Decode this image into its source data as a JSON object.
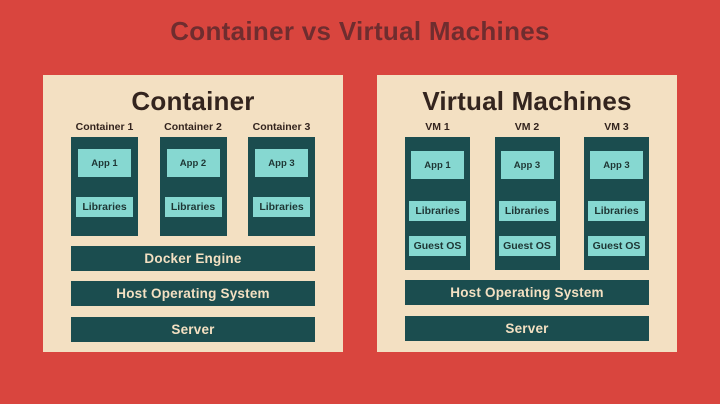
{
  "title": "Container vs Virtual Machines",
  "colors": {
    "background": "#d9453e",
    "panel": "#f3e0c2",
    "block_dark": "#1b4d4f",
    "block_light": "#86d8d1",
    "title_text": "#6f2d2f",
    "heading_text": "#33241e",
    "bar_text": "#f3e0c2",
    "inner_text": "#1e3634"
  },
  "panels": [
    {
      "heading": "Container",
      "columns": [
        {
          "label": "Container 1",
          "boxes": [
            "App 1",
            "Libraries"
          ]
        },
        {
          "label": "Container 2",
          "boxes": [
            "App 2",
            "Libraries"
          ]
        },
        {
          "label": "Container 3",
          "boxes": [
            "App 3",
            "Libraries"
          ]
        }
      ],
      "bars": [
        "Docker Engine",
        "Host Operating System",
        "Server"
      ]
    },
    {
      "heading": "Virtual Machines",
      "columns": [
        {
          "label": "VM 1",
          "boxes": [
            "App 1",
            "Libraries",
            "Guest OS"
          ]
        },
        {
          "label": "VM 2",
          "boxes": [
            "App 3",
            "Libraries",
            "Guest OS"
          ]
        },
        {
          "label": "VM 3",
          "boxes": [
            "App 3",
            "Libraries",
            "Guest OS"
          ]
        }
      ],
      "bars": [
        "Host Operating System",
        "Server"
      ]
    }
  ]
}
